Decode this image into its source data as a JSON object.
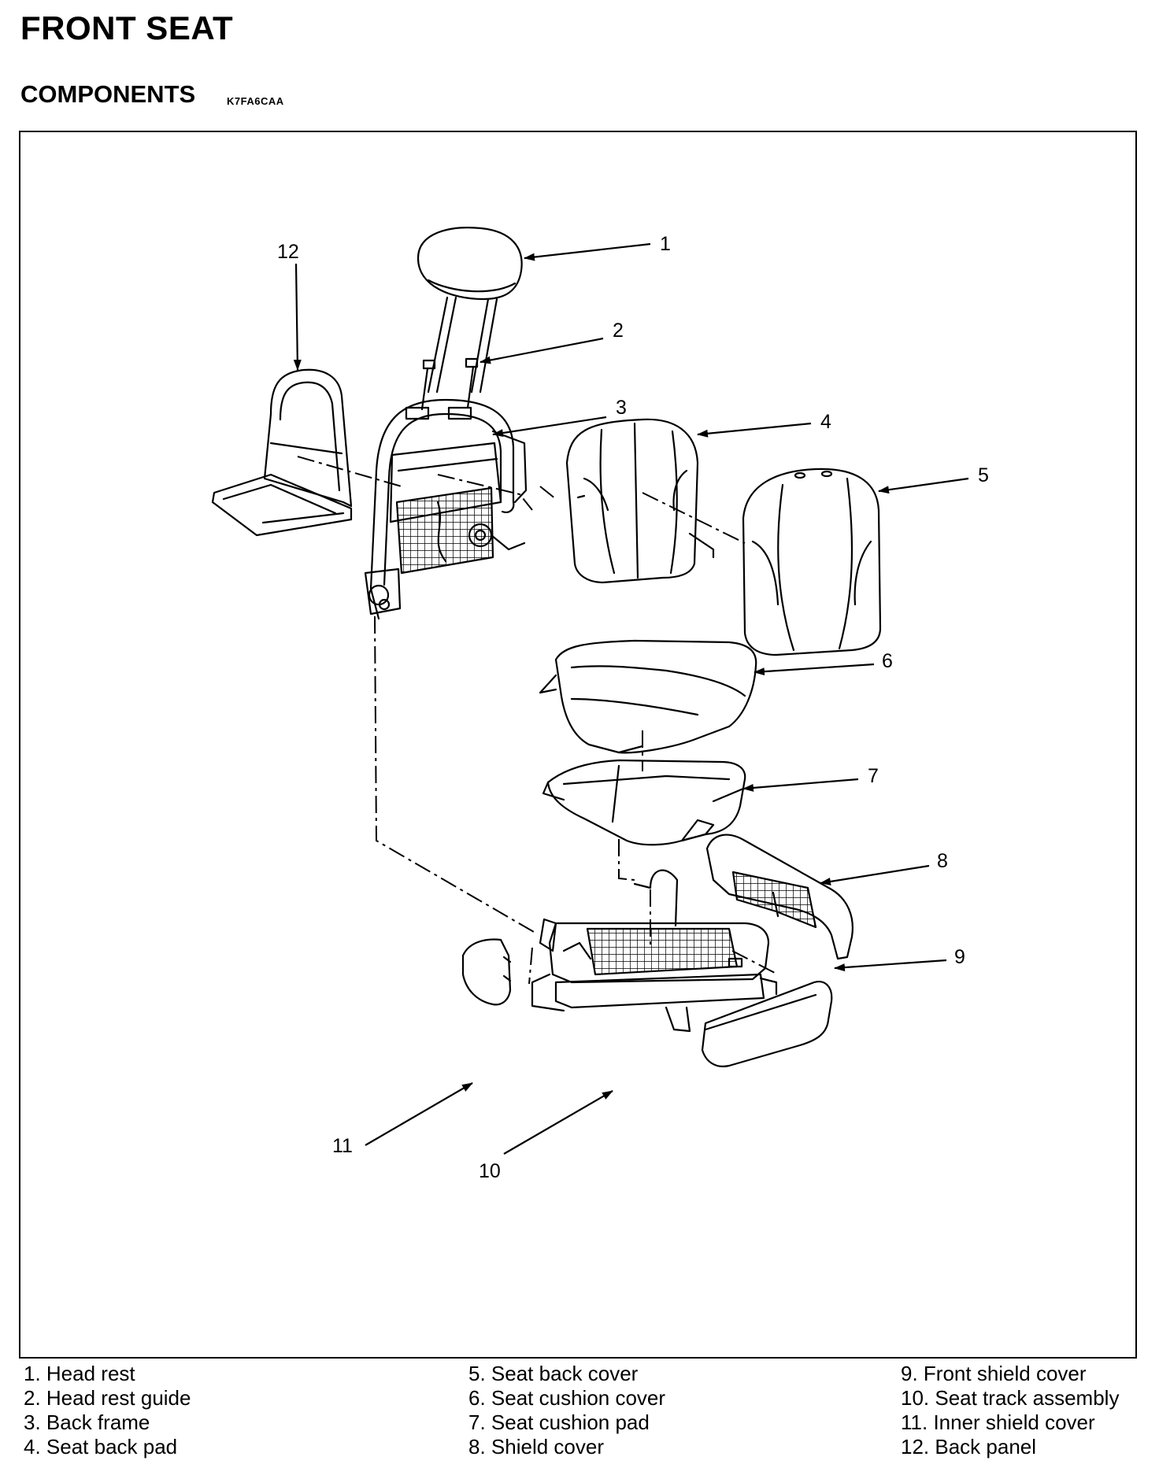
{
  "page": {
    "title": "FRONT SEAT",
    "section_heading": "COMPONENTS",
    "section_code": "K7FA6CAA"
  },
  "callouts": [
    "1",
    "2",
    "3",
    "4",
    "5",
    "6",
    "7",
    "8",
    "9",
    "10",
    "11",
    "12"
  ],
  "legend": [
    [
      "1. Head rest",
      "2. Head rest guide",
      "3. Back frame",
      "4. Seat back pad"
    ],
    [
      "5. Seat back cover",
      "6. Seat cushion cover",
      "7. Seat cushion pad",
      "8. Shield cover"
    ],
    [
      "9. Front shield cover",
      "10. Seat track assembly",
      "11. Inner shield cover",
      "12. Back panel"
    ]
  ]
}
